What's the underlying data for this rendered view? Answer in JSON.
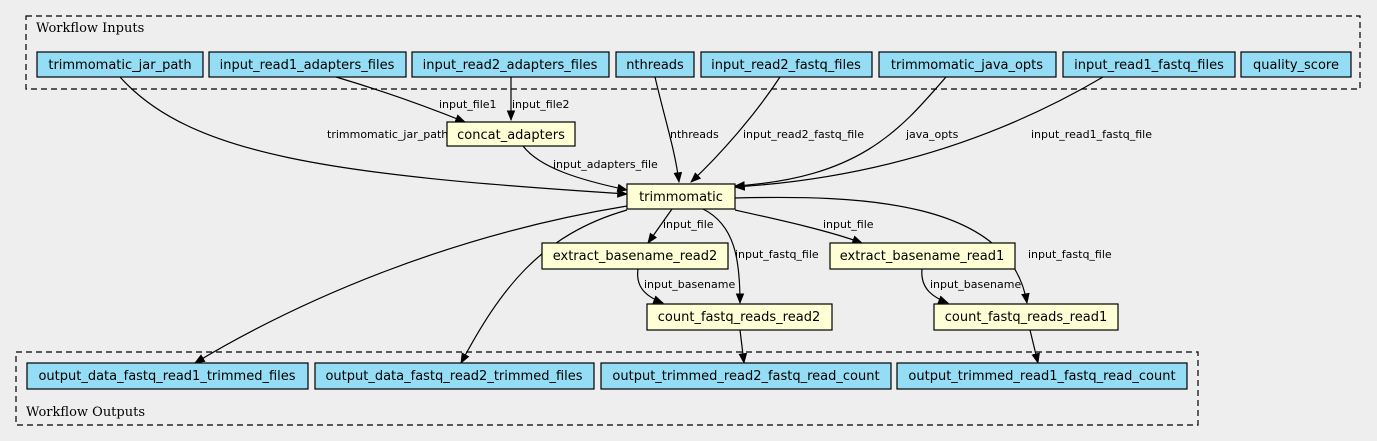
{
  "clusters": {
    "inputs_label": "Workflow Inputs",
    "outputs_label": "Workflow Outputs"
  },
  "inputs": [
    "trimmomatic_jar_path",
    "input_read1_adapters_files",
    "input_read2_adapters_files",
    "nthreads",
    "input_read2_fastq_files",
    "trimmomatic_java_opts",
    "input_read1_fastq_files",
    "quality_score"
  ],
  "tasks": [
    "concat_adapters",
    "trimmomatic",
    "extract_basename_read2",
    "extract_basename_read1",
    "count_fastq_reads_read2",
    "count_fastq_reads_read1"
  ],
  "outputs": [
    "output_data_fastq_read1_trimmed_files",
    "output_data_fastq_read2_trimmed_files",
    "output_trimmed_read2_fastq_read_count",
    "output_trimmed_read1_fastq_read_count"
  ],
  "edge_labels": [
    "input_file1",
    "input_file2",
    "trimmomatic_jar_path",
    "nthreads",
    "input_read2_fastq_file",
    "java_opts",
    "input_read1_fastq_file",
    "input_adapters_file",
    "input_file",
    "input_fastq_file",
    "input_file",
    "input_fastq_file",
    "input_basename",
    "input_basename"
  ]
}
